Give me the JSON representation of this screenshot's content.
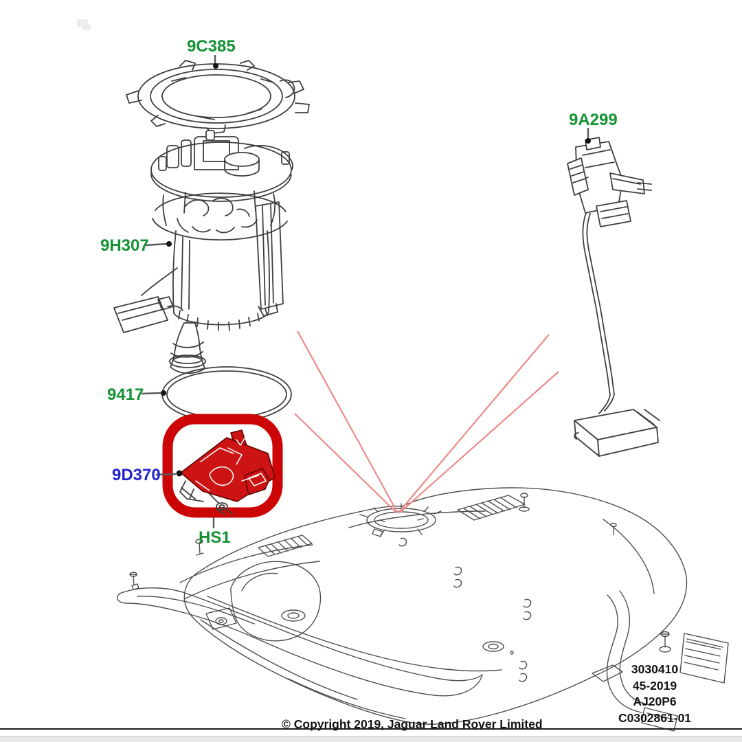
{
  "diagram": {
    "description": "Exploded parts diagram - fuel pump module and fuel tank",
    "part_labels": [
      {
        "id": "lock-ring",
        "code": "9C385",
        "color": "green"
      },
      {
        "id": "fuel-pump-module",
        "code": "9H307",
        "color": "green"
      },
      {
        "id": "seal-ring",
        "code": "9417",
        "color": "green"
      },
      {
        "id": "control-module",
        "code": "9D370",
        "color": "blue"
      },
      {
        "id": "hotspot",
        "code": "HS1",
        "color": "green"
      },
      {
        "id": "level-sender",
        "code": "9A299",
        "color": "green"
      }
    ]
  },
  "footer": {
    "plate_codes": [
      "3030410",
      "45-2019",
      "AJ20P6",
      "C0302861-01"
    ],
    "copyright": "© Copyright 2019, Jaguar Land Rover Limited"
  },
  "colors": {
    "label_green": "#149234",
    "label_blue": "#2424cb",
    "highlight_red": "#cc0606",
    "callout_line_red": "#ea8a8a",
    "drawing_ink": "#3f3f3f"
  }
}
